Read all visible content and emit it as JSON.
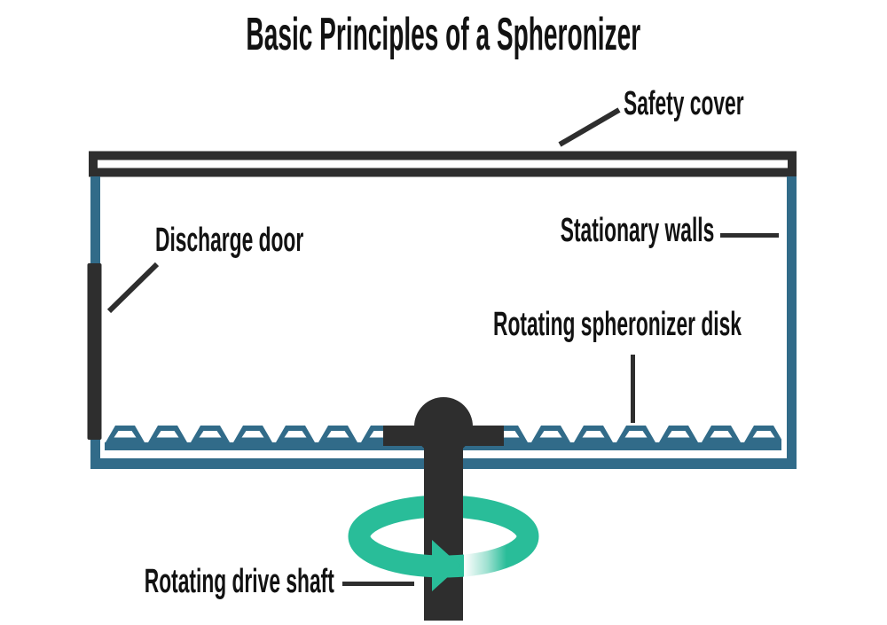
{
  "title": "Basic Principles of a Spheronizer",
  "labels": {
    "safety_cover": "Safety cover",
    "discharge_door": "Discharge door",
    "stationary_walls": "Stationary walls",
    "rotating_disk": "Rotating spheronizer disk",
    "drive_shaft": "Rotating drive shaft"
  },
  "colors": {
    "wall": "#316B89",
    "dark": "#2E2E2E",
    "arrow": "#29BD99",
    "text": "#121212",
    "background": "#FFFFFF"
  }
}
